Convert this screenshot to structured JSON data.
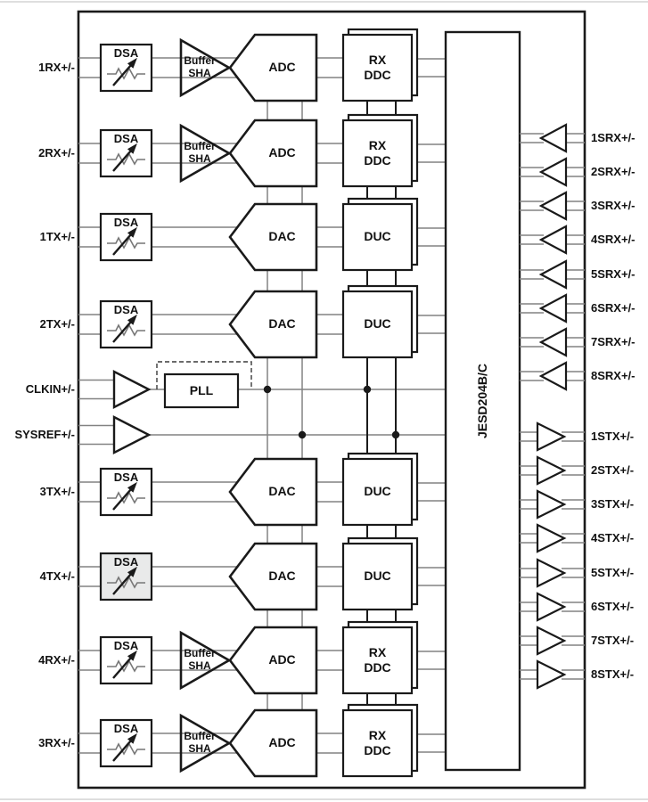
{
  "labels": {
    "dsa": "DSA",
    "buffer_line1": "Buffer",
    "buffer_line2": "SHA",
    "pll": "PLL",
    "jesd": "JESD204B/C",
    "clkin": "CLKIN+/-",
    "sysref": "SYSREF+/-"
  },
  "rows": [
    {
      "id": "1rx",
      "port": "1RX+/-",
      "type": "rx",
      "converter": "ADC",
      "dsp": "RX\nDDC",
      "dsa_shaded": false
    },
    {
      "id": "2rx",
      "port": "2RX+/-",
      "type": "rx",
      "converter": "ADC",
      "dsp": "RX\nDDC",
      "dsa_shaded": false
    },
    {
      "id": "1tx",
      "port": "1TX+/-",
      "type": "tx",
      "converter": "DAC",
      "dsp": "DUC",
      "dsa_shaded": false
    },
    {
      "id": "2tx",
      "port": "2TX+/-",
      "type": "tx",
      "converter": "DAC",
      "dsp": "DUC",
      "dsa_shaded": false
    },
    {
      "id": "3tx",
      "port": "3TX+/-",
      "type": "tx",
      "converter": "DAC",
      "dsp": "DUC",
      "dsa_shaded": false
    },
    {
      "id": "4tx",
      "port": "4TX+/-",
      "type": "tx",
      "converter": "DAC",
      "dsp": "DUC",
      "dsa_shaded": true
    },
    {
      "id": "4rx",
      "port": "4RX+/-",
      "type": "rx",
      "converter": "ADC",
      "dsp": "RX\nDDC",
      "dsa_shaded": false
    },
    {
      "id": "3rx",
      "port": "3RX+/-",
      "type": "rx",
      "converter": "ADC",
      "dsp": "RX\nDDC",
      "dsa_shaded": false
    }
  ],
  "serdes_rx": [
    "1SRX+/-",
    "2SRX+/-",
    "3SRX+/-",
    "4SRX+/-",
    "5SRX+/-",
    "6SRX+/-",
    "7SRX+/-",
    "8SRX+/-"
  ],
  "serdes_tx": [
    "1STX+/-",
    "2STX+/-",
    "3STX+/-",
    "4STX+/-",
    "5STX+/-",
    "6STX+/-",
    "7STX+/-",
    "8STX+/-"
  ],
  "colors": {
    "line_gray": "#828282",
    "outline_black": "#1a1a1a",
    "dsa_shaded_fill": "#e9eaea",
    "page_rule_gray": "#c9c9c9"
  }
}
